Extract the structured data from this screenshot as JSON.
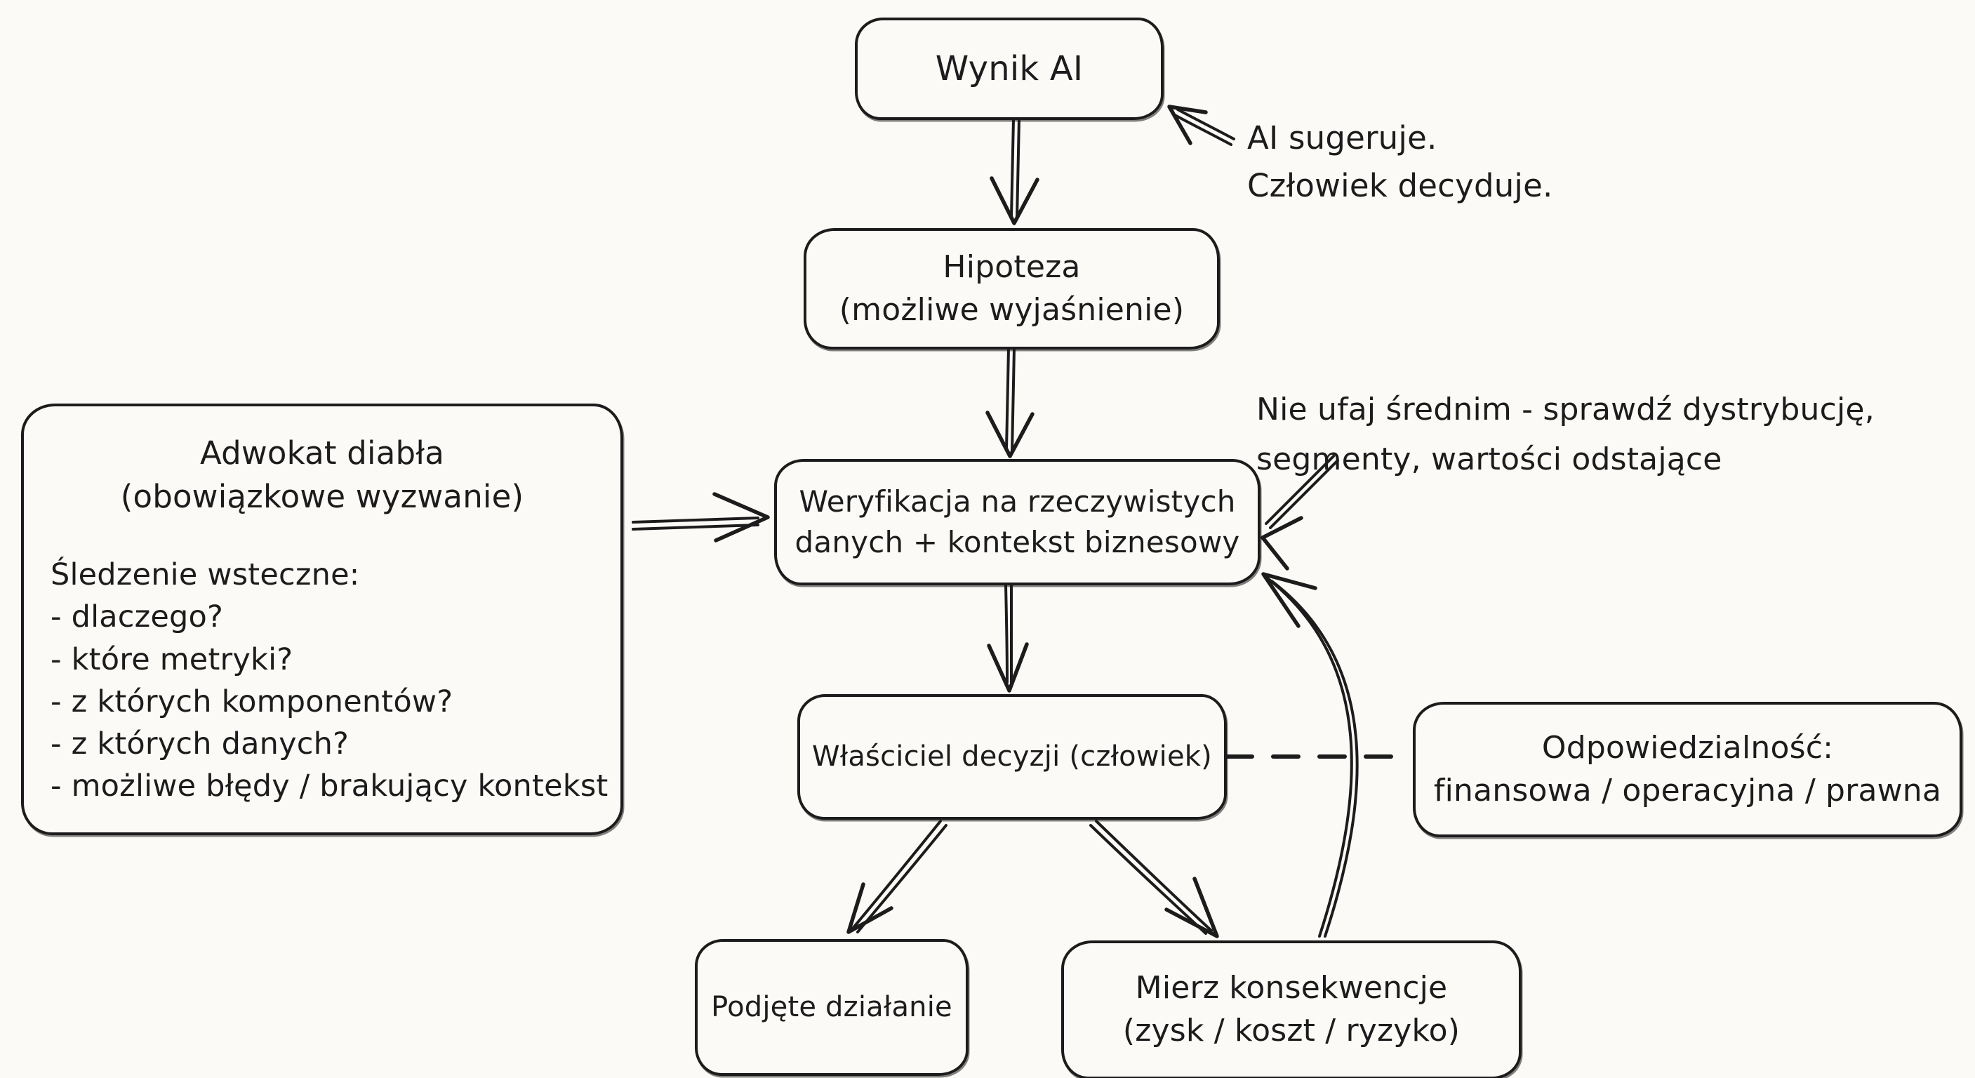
{
  "style": {
    "ink_color": "#1c1c1c",
    "paper_color": "#fbfaf7"
  },
  "nodes": {
    "wynik": {
      "lines": [
        "Wynik AI"
      ]
    },
    "hipoteza": {
      "lines": [
        "Hipoteza",
        "(możliwe wyjaśnienie)"
      ]
    },
    "weryfikacja": {
      "lines": [
        "Weryfikacja na rzeczywistych",
        "danych + kontekst biznesowy"
      ]
    },
    "adwokat": {
      "title_lines": [
        "Adwokat diabła",
        "(obowiązkowe wyzwanie)"
      ],
      "subtitle": "Śledzenie wsteczne:",
      "items": [
        "- dlaczego?",
        "- które metryki?",
        "- z których komponentów?",
        "- z których danych?",
        "- możliwe błędy / brakujący kontekst"
      ]
    },
    "wlasciciel": {
      "lines": [
        "Właściciel decyzji (człowiek)"
      ]
    },
    "odpowiedzialnosc": {
      "lines": [
        "Odpowiedzialność:",
        "finansowa / operacyjna / prawna"
      ]
    },
    "podjete": {
      "lines": [
        "Podjęte działanie"
      ]
    },
    "mierz": {
      "lines": [
        "Mierz konsekwencje",
        "(zysk / koszt / ryzyko)"
      ]
    }
  },
  "annotations": {
    "ai_note": {
      "lines": [
        "AI sugeruje.",
        "Człowiek decyduje."
      ]
    },
    "dist_note": {
      "lines": [
        "Nie ufaj średnim - sprawdź dystrybucję,",
        "segmenty, wartości odstające"
      ]
    }
  }
}
